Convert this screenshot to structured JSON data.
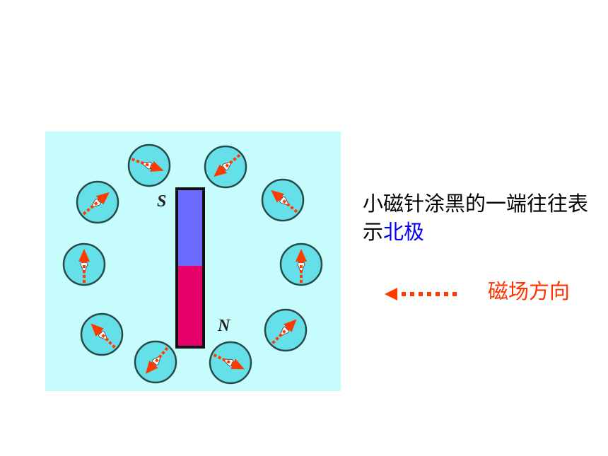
{
  "diagram": {
    "background": "#c6fcfc",
    "magnet": {
      "south_label": "S",
      "north_label": "N",
      "south_color": "#6a6aff",
      "north_color": "#e8006a"
    },
    "compass_colors": {
      "fill": "#66e0e8",
      "ring": "#2a4a4a",
      "arrow": "#ff3a00"
    }
  },
  "caption": {
    "text_before": "小磁针涂黑的一端往往表示",
    "highlight": "北极",
    "highlight_color": "#0000ee"
  },
  "legend": {
    "label": "磁场方向",
    "label_color": "#ff3300",
    "arrow_color": "#ff3a00"
  }
}
